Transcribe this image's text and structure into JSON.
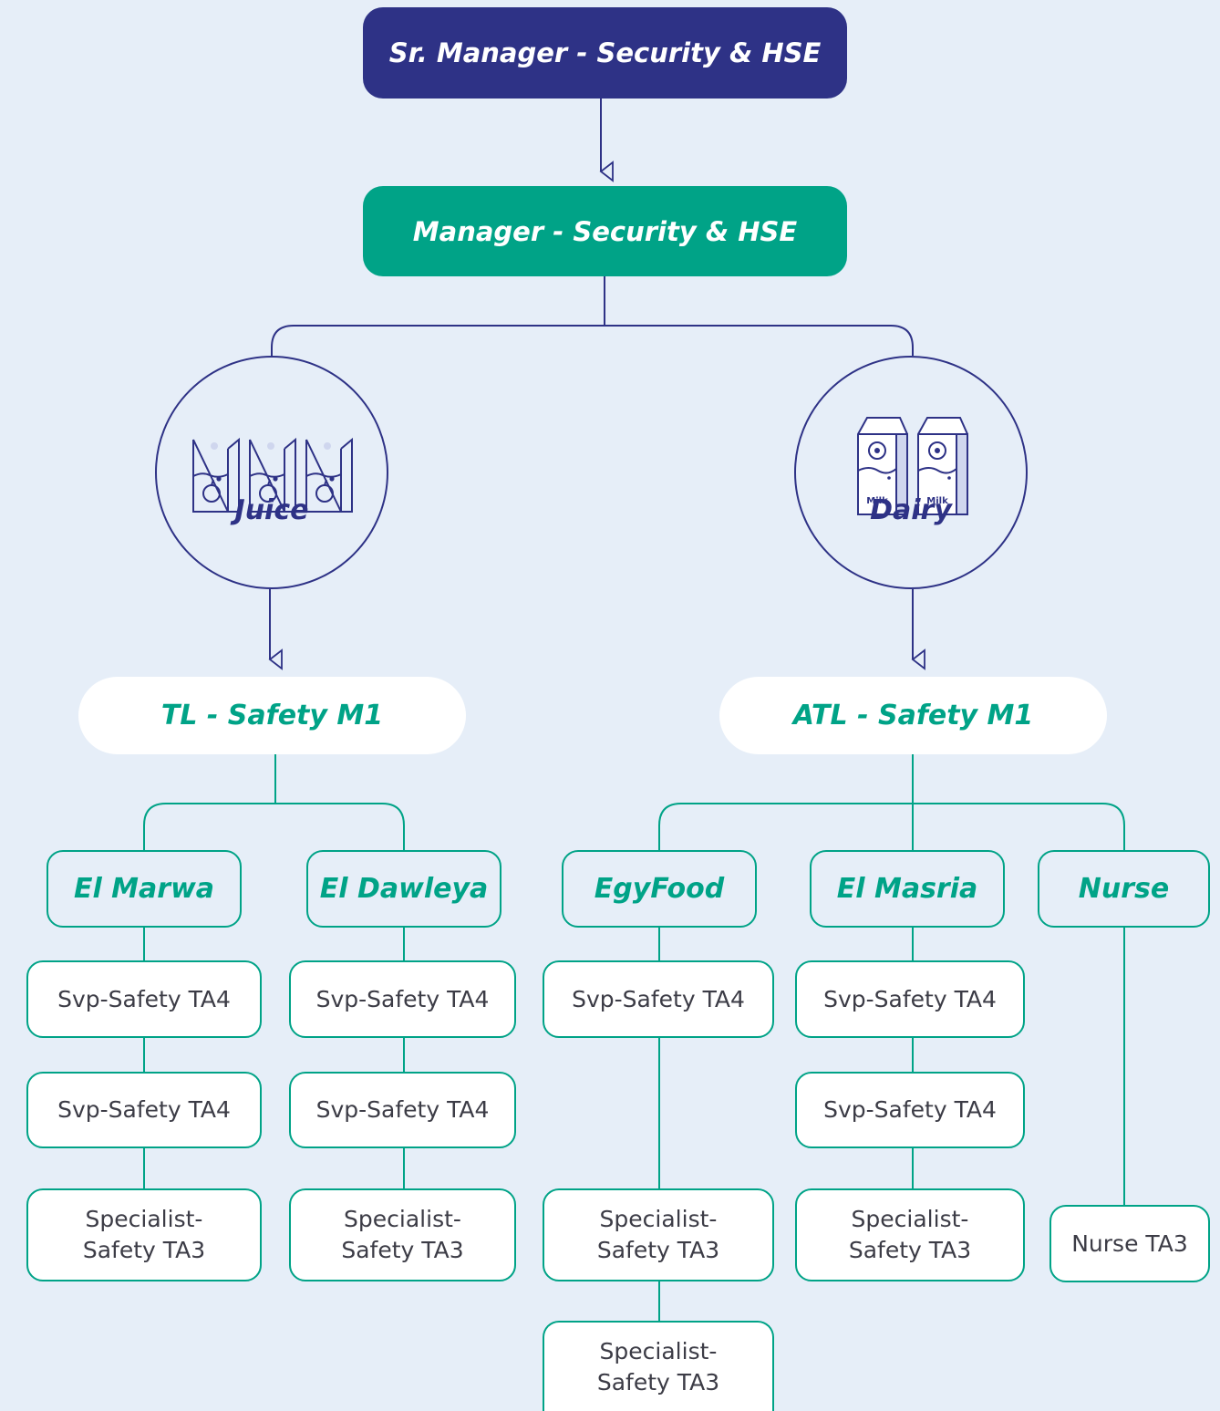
{
  "colors": {
    "background": "#e6eef8",
    "navy": "#2e3286",
    "teal": "#00a387",
    "role_text": "#3c3c46",
    "box_fill": "#ffffff"
  },
  "top": {
    "label": "Sr. Manager - Security & HSE"
  },
  "manager": {
    "label": "Manager - Security & HSE"
  },
  "divisions": {
    "juice": {
      "name": "Juice",
      "icon": "juice-boxes-icon",
      "lead": "TL - Safety M1",
      "sites": {
        "marwa": {
          "name": "El Marwa",
          "roles": [
            "Svp-Safety TA4",
            "Svp-Safety TA4",
            "Specialist-\nSafety TA3"
          ]
        },
        "dawleya": {
          "name": "El Dawleya",
          "roles": [
            "Svp-Safety TA4",
            "Svp-Safety TA4",
            "Specialist-\nSafety TA3"
          ]
        }
      }
    },
    "dairy": {
      "name": "Dairy",
      "icon": "milk-cartons-icon",
      "carton_label": "Milk",
      "lead": "ATL - Safety M1",
      "sites": {
        "egyfood": {
          "name": "EgyFood",
          "roles": [
            "Svp-Safety TA4",
            "Specialist-\nSafety TA3",
            "Specialist-\nSafety TA3"
          ]
        },
        "masria": {
          "name": "El Masria",
          "roles": [
            "Svp-Safety TA4",
            "Svp-Safety TA4",
            "Specialist-\nSafety TA3"
          ]
        },
        "nurse": {
          "name": "Nurse",
          "roles": [
            "Nurse TA3"
          ]
        }
      }
    }
  }
}
